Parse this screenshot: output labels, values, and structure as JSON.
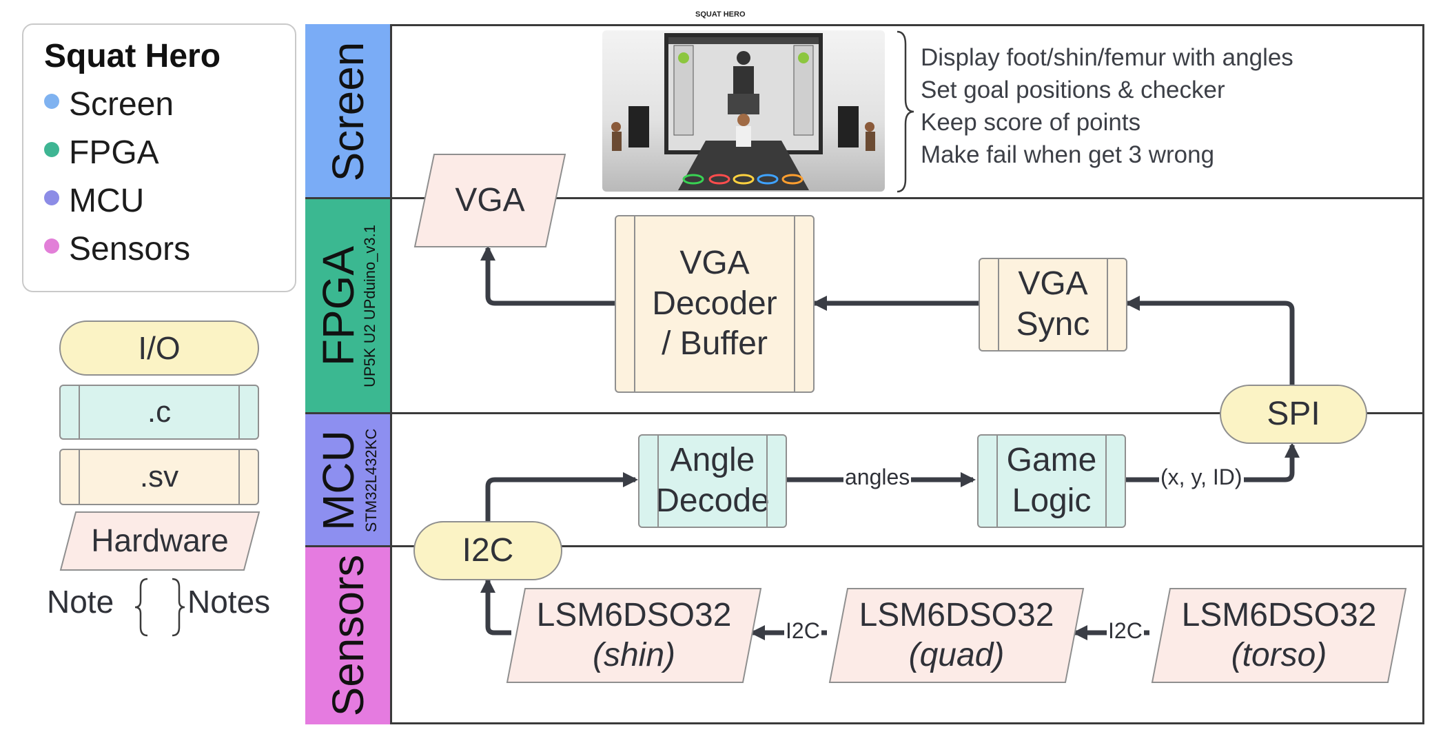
{
  "legend": {
    "title": "Squat Hero",
    "items": [
      {
        "label": "Screen",
        "color": "#7fb2f0"
      },
      {
        "label": "FPGA",
        "color": "#3eb593"
      },
      {
        "label": "MCU",
        "color": "#8c8ce6"
      },
      {
        "label": "Sensors",
        "color": "#e27fd8"
      }
    ],
    "shapes": {
      "io": "I/O",
      "c": ".c",
      "sv": ".sv",
      "hardware": "Hardware",
      "note_left": "Note",
      "note_right": "Notes"
    }
  },
  "lanes": [
    {
      "name": "Screen",
      "sub": "",
      "color": "#7aacf6"
    },
    {
      "name": "FPGA",
      "sub": "UP5K U2 UPduino_v3.1",
      "color": "#3bb891"
    },
    {
      "name": "MCU",
      "sub": "STM32L432KC",
      "color": "#8d8ff0"
    },
    {
      "name": "Sensors",
      "sub": "",
      "color": "#e57be0"
    }
  ],
  "nodes": {
    "vga": "VGA",
    "vga_decoder_l1": "VGA",
    "vga_decoder_l2": "Decoder",
    "vga_decoder_l3": "/ Buffer",
    "vga_sync_l1": "VGA",
    "vga_sync_l2": "Sync",
    "spi": "SPI",
    "angle_decode_l1": "Angle",
    "angle_decode_l2": "Decode",
    "game_logic_l1": "Game",
    "game_logic_l2": "Logic",
    "i2c": "I2C",
    "sensor_shin": {
      "name": "LSM6DSO32",
      "part": "(shin)"
    },
    "sensor_quad": {
      "name": "LSM6DSO32",
      "part": "(quad)"
    },
    "sensor_torso": {
      "name": "LSM6DSO32",
      "part": "(torso)"
    }
  },
  "edges": {
    "angles": "angles",
    "coords": "(x, y, ID)",
    "i2c_a": "I2C",
    "i2c_b": "I2C"
  },
  "screen_image": {
    "title": "SQUAT HERO"
  },
  "notes": [
    "Display foot/shin/femur with angles",
    "Set goal positions & checker",
    "Keep score of points",
    "Make fail when get 3 wrong"
  ]
}
